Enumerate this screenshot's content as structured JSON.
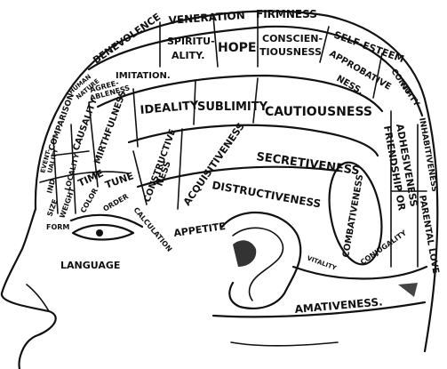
{
  "diagram": {
    "labels": {
      "firmness": "FIRMNESS",
      "veneration": "VENERATION",
      "benevolence": "BENEVOLENCE",
      "spirituality_1": "SPIRITU-",
      "spirituality_2": "ALITY.",
      "hope": "HOPE",
      "conscientiousness_1": "CONSCIEN-",
      "conscientiousness_2": "TIOUSNESS",
      "self_esteem": "SELF-ESTEEM",
      "approbativeness_1": "APPROBATIVE",
      "approbativeness_2": "NESS.",
      "continuity_1": "CONTI-",
      "continuity_2": "NUITY",
      "inhabitiveness": "INHABITIVENESS",
      "friendship_1": "FRIENDSHIP OR",
      "friendship_2": "ADHESIVENESS",
      "parental_love": "PARENTAL LOVE",
      "imitation": "IMITATION.",
      "human_nature_1": "HUMAN",
      "human_nature_2": "NATURE",
      "agreeableness_1": "AGREE-",
      "agreeableness_2": "ABLENESS",
      "comparison": "COMPARISON",
      "causality": "CAUSALITY",
      "mirthfulness": "MIRTHFULNESS",
      "ideality": "IDEALITY",
      "sublimity": "SUBLIMITY",
      "cautiousness": "CAUTIOUSNESS",
      "eventuality_1": "EVENT-",
      "eventuality_2": "UALITY",
      "individuality": "IND",
      "locality": "LOCALITY",
      "time": "TIME",
      "tune": "TUNE",
      "constructiveness_1": "CONSTRUCTIVE",
      "constructiveness_2": "NESS",
      "acquisitiveness": "ACQUISITIVENESS",
      "secretiveness": "SECRETIVENESS",
      "destructiveness": "DISTRUCTIVENESS",
      "combativeness": "COMBATIVENESS",
      "size": "SIZE",
      "weight": "WEIGHT",
      "color": "COLOR",
      "order": "ORDER",
      "calculation": "CALCULATION",
      "form": "FORM",
      "appetite": "APPETITE",
      "vitality": "VITALITY",
      "conjugality": "CONJUGALITY",
      "language": "LANGUAGE",
      "amativeness": "AMATIVENESS."
    }
  }
}
